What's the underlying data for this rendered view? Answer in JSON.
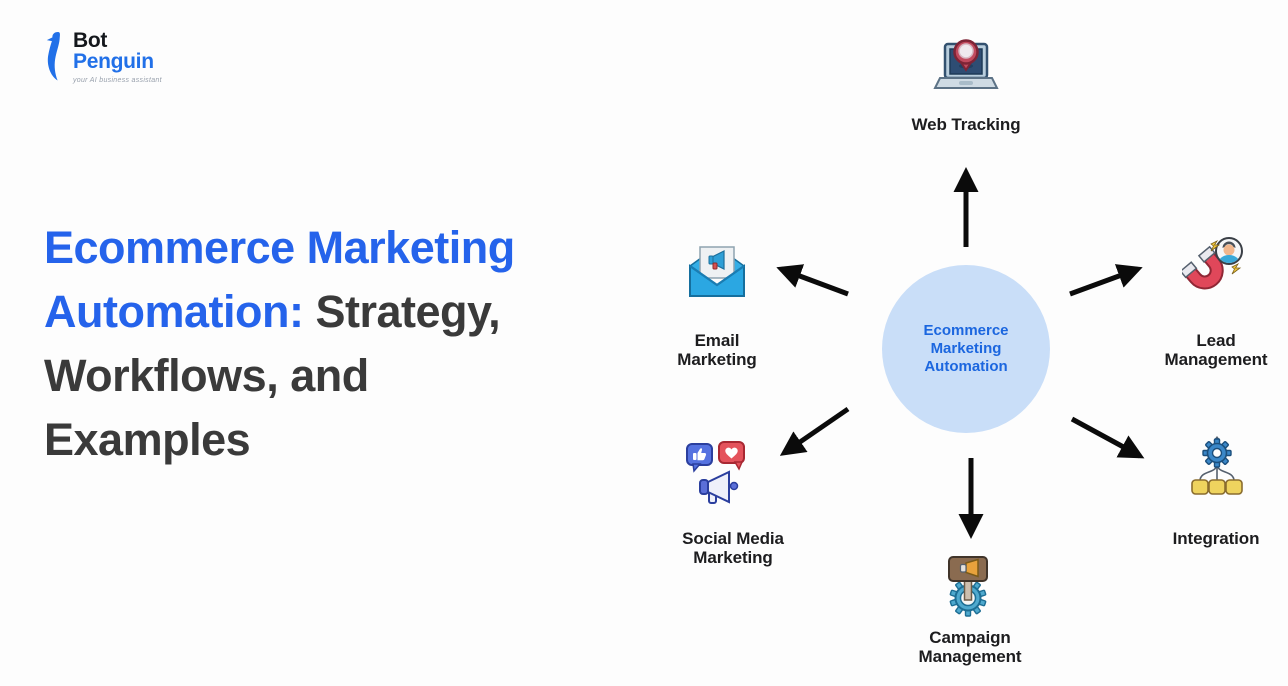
{
  "logo": {
    "brand_top": "Bot",
    "brand_bottom": "Penguin",
    "tagline": "your AI business assistant"
  },
  "title": {
    "line1_blue": "Ecommerce Marketing",
    "line2_blue": "Automation:",
    "line2_dark": " Strategy,",
    "line3_dark": "Workflows, and",
    "line4_dark": "Examples"
  },
  "diagram": {
    "center_label": "Ecommerce Marketing Automation",
    "nodes": [
      {
        "id": "web-tracking",
        "label": "Web Tracking",
        "icon": "laptop-location-pin-icon",
        "position": "top"
      },
      {
        "id": "email-marketing",
        "label": "Email Marketing",
        "icon": "envelope-megaphone-icon",
        "position": "left"
      },
      {
        "id": "lead-management",
        "label": "Lead Management",
        "icon": "magnet-lead-icon",
        "position": "right"
      },
      {
        "id": "social-media-marketing",
        "label": "Social Media Marketing",
        "icon": "reaction-bubbles-megaphone-icon",
        "position": "bottom-left"
      },
      {
        "id": "integration",
        "label": "Integration",
        "icon": "gear-distribution-icon",
        "position": "bottom-right"
      },
      {
        "id": "campaign-management",
        "label": "Campaign Management",
        "icon": "gear-billboard-icon",
        "position": "bottom"
      }
    ]
  },
  "colors": {
    "title_blue": "#2563eb",
    "title_dark": "#3a3a3a",
    "label_dark": "#1d1d1f",
    "center_circle_fill": "#c9def8",
    "center_circle_text": "#1b66df",
    "arrow_black": "#0b0b0b",
    "logo_blue": "#2170e8"
  }
}
